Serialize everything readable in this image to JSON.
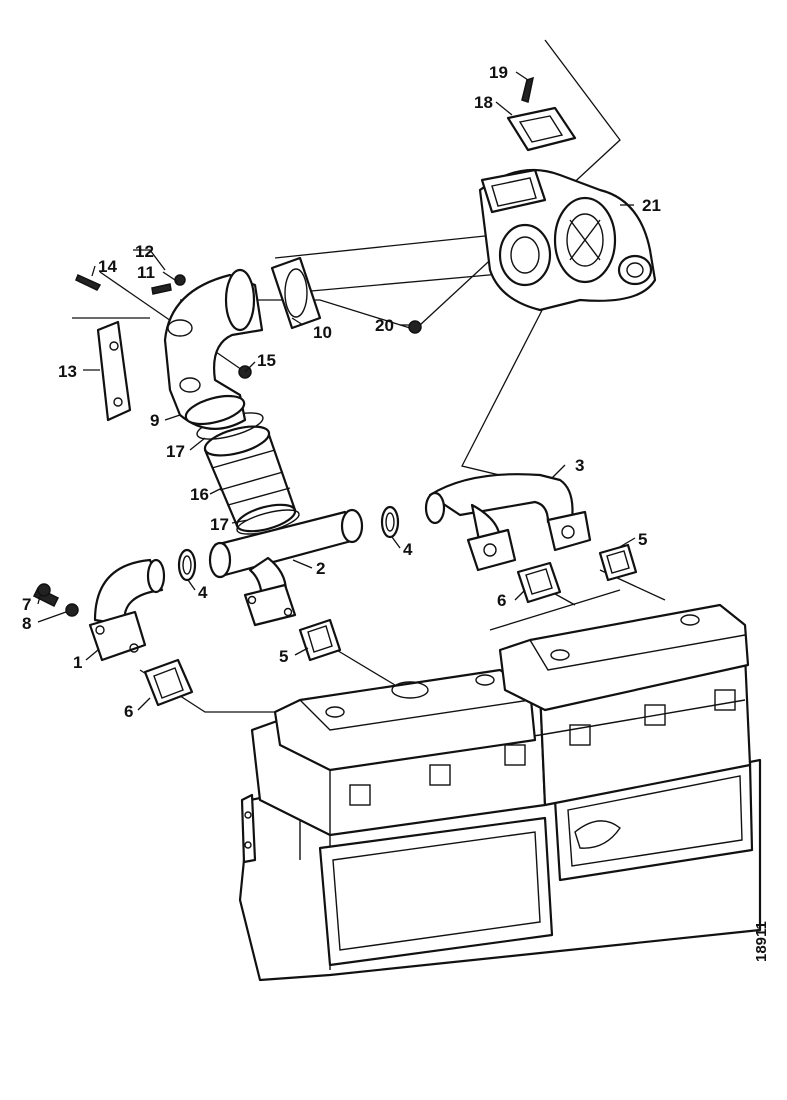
{
  "labels": {
    "p1": "1",
    "p2": "2",
    "p3": "3",
    "p4a": "4",
    "p4b": "4",
    "p5a": "5",
    "p5b": "5",
    "p6a": "6",
    "p6b": "6",
    "p7": "7",
    "p8": "8",
    "p9": "9",
    "p10": "10",
    "p11": "11",
    "p12": "12",
    "p13": "13",
    "p14": "14",
    "p15": "15",
    "p16": "16",
    "p17a": "17",
    "p17b": "17",
    "p18": "18",
    "p19": "19",
    "p20": "20",
    "p21": "21"
  },
  "figure_number": "18911",
  "colors": {
    "line": "#111111",
    "background": "#ffffff"
  }
}
